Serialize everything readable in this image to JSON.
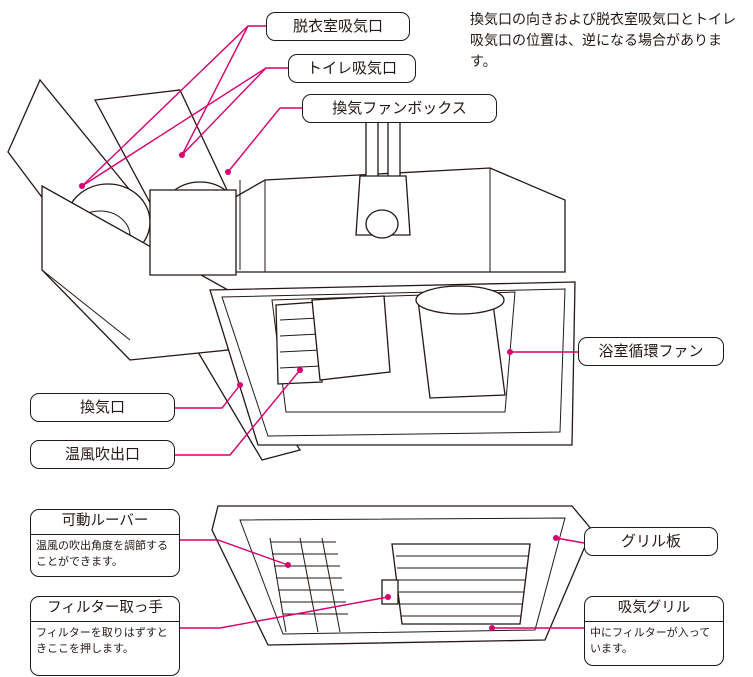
{
  "note": "換気口の向きおよび脱衣室吸気口とトイレ吸気口の位置は、逆になる場合があります。",
  "labels": {
    "dressing_intake": "脱衣室吸気口",
    "toilet_intake": "トイレ吸気口",
    "fan_box": "換気ファンボックス",
    "circulation_fan": "浴室循環ファン",
    "vent_port": "換気口",
    "warm_air_outlet": "温風吹出口",
    "grille_plate": "グリル板"
  },
  "callouts": {
    "louver": {
      "title": "可動ルーバー",
      "desc": "温風の吹出角度を調節することができます。"
    },
    "filter_handle": {
      "title": "フィルター取っ手",
      "desc": "フィルターを取りはずすときここを押します。"
    },
    "intake_grille": {
      "title": "吸気グリル",
      "desc": "中にフィルターが入っています。"
    }
  },
  "colors": {
    "leader": "#d6006f",
    "line": "#231815"
  }
}
